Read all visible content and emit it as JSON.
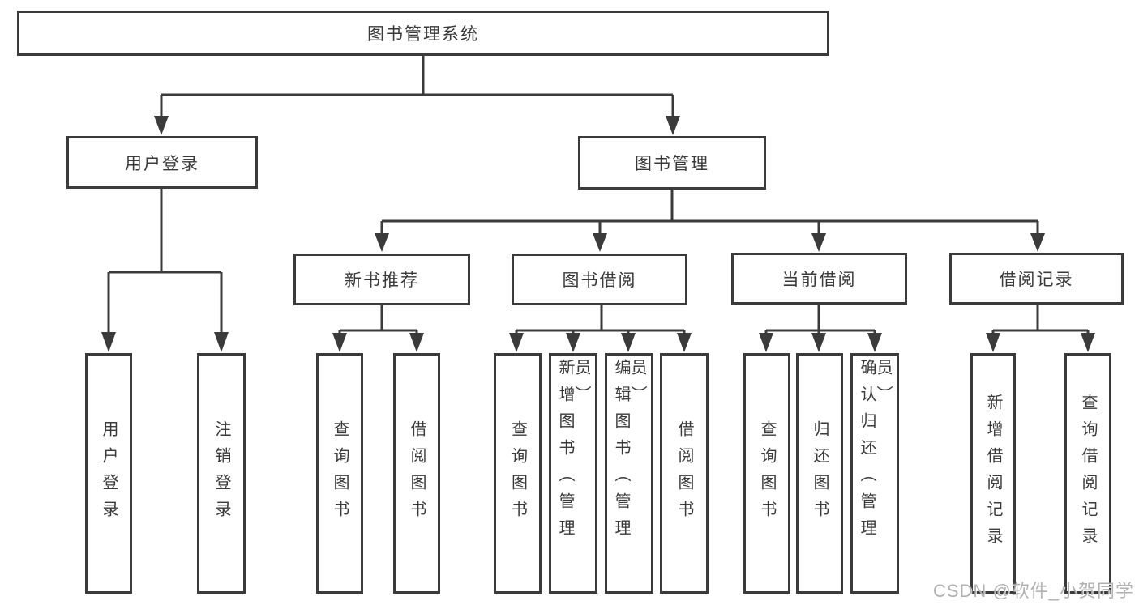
{
  "tree": {
    "label": "图书管理系统",
    "children": [
      {
        "label": "用户登录",
        "children": [
          {
            "label": "用户登录"
          },
          {
            "label": "注销登录"
          }
        ]
      },
      {
        "label": "图书管理",
        "children": [
          {
            "label": "新书推荐",
            "children": [
              {
                "label": "查询图书"
              },
              {
                "label": "借阅图书"
              }
            ]
          },
          {
            "label": "图书借阅",
            "children": [
              {
                "label": "查询图书"
              },
              {
                "label": "新增图书（管理员）"
              },
              {
                "label": "编辑图书（管理员）"
              },
              {
                "label": "借阅图书"
              }
            ]
          },
          {
            "label": "当前借阅",
            "children": [
              {
                "label": "查询图书"
              },
              {
                "label": "归还图书"
              },
              {
                "label": "确认归还（管理员）"
              }
            ]
          },
          {
            "label": "借阅记录",
            "children": [
              {
                "label": "新增借阅记录"
              },
              {
                "label": "查询借阅记录"
              }
            ]
          }
        ]
      }
    ]
  },
  "watermark": {
    "text": "CSDN @软件_小贺同学"
  },
  "colors": {
    "line": "#3b3b3b",
    "text": "#3a3a3a",
    "box_fill": "#ffffff",
    "background": "#ffffff",
    "watermark": "#a8a8a8"
  }
}
